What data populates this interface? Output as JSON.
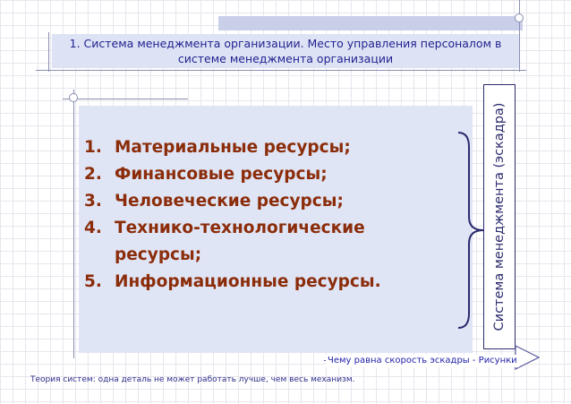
{
  "slide": {
    "title": "1. Система менеджмента организации. Место управления персоналом в системе менеджмента организации",
    "resources": [
      {
        "num": "1.",
        "text": "Материальные ресурсы;"
      },
      {
        "num": "2.",
        "text": "Финансовые ресурсы;"
      },
      {
        "num": "3.",
        "text": "Человеческие ресурсы;"
      },
      {
        "num": "4.",
        "text": "Технико-технологические ресурсы;"
      },
      {
        "num": "5.",
        "text": "Информационные ресурсы."
      }
    ],
    "vertical_label": "Система менеджмента (эскадра)",
    "callout": "Чему равна скорость эскадры - Рисунки",
    "footer": "Теория систем: одна деталь не может работать лучше, чем весь механизм."
  },
  "colors": {
    "title_text": "#1f1f8f",
    "list_text": "#8b2d0a",
    "content_bg": "#e0e5f6",
    "accent_line": "#2b2b6e"
  }
}
